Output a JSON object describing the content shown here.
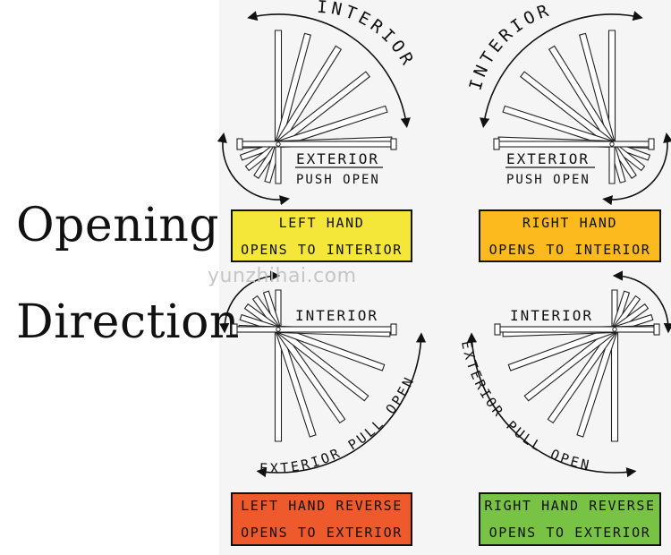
{
  "title": {
    "line1": "Opening",
    "line2": "Direction"
  },
  "diagrams": {
    "left_hand": {
      "arc_label": "INTERIOR",
      "side_label": "EXTERIOR",
      "action_label": "PUSH OPEN"
    },
    "right_hand": {
      "arc_label": "INTERIOR",
      "side_label": "EXTERIOR",
      "action_label": "PUSH OPEN"
    },
    "left_hand_reverse": {
      "side_label": "INTERIOR",
      "arc_label": "EXTERIOR PULL OPEN"
    },
    "right_hand_reverse": {
      "side_label": "INTERIOR",
      "arc_label": "EXTERIOR PULL OPEN"
    }
  },
  "labels": {
    "left_hand": {
      "line1": "LEFT HAND",
      "line2": "OPENS TO INTERIOR",
      "color": "#f4e73a"
    },
    "right_hand": {
      "line1": "RIGHT HAND",
      "line2": "OPENS TO INTERIOR",
      "color": "#fcba1e"
    },
    "left_hand_reverse": {
      "line1": "LEFT HAND REVERSE",
      "line2": "OPENS TO EXTERIOR",
      "color": "#ee5a2c"
    },
    "right_hand_reverse": {
      "line1": "RIGHT HAND REVERSE",
      "line2": "OPENS TO EXTERIOR",
      "color": "#78c246"
    }
  },
  "watermark": "yunzhihai.com"
}
